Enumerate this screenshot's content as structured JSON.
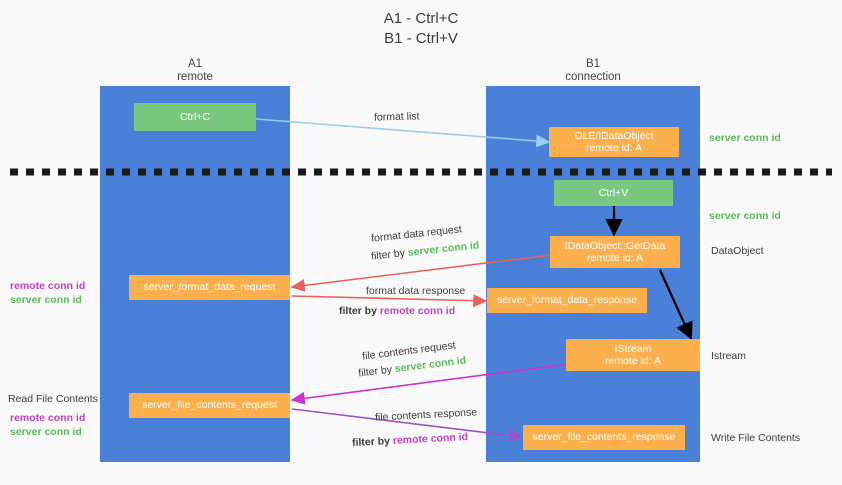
{
  "title": {
    "line1": "A1 - Ctrl+C",
    "line2": "B1 - Ctrl+V"
  },
  "lanes": [
    {
      "name": "A1",
      "sub": "remote"
    },
    {
      "name": "B1",
      "sub": "connection"
    }
  ],
  "boxes": {
    "ctrl_c": "Ctrl+C",
    "ctrl_v": "Ctrl+V",
    "idataobject_l1": "OLE/IDataObject",
    "idataobject_l2": "remote id: A",
    "getdata_l1": "IDataObject::GetData",
    "getdata_l2": "remote id: A",
    "istream_l1": "IStream",
    "istream_l2": "remote id: A",
    "server_format_data_request": "server_format_data_request",
    "server_format_data_response": "server_format_data_response",
    "server_file_contents_request": "server_file_contents_request",
    "server_file_contents_response": "server_file_contents_response"
  },
  "edge_labels": {
    "format_list": "format list",
    "format_data_request": "format data request",
    "format_data_request_filter_prefix": "filter by ",
    "format_data_request_filter_value": "server conn id",
    "format_data_response": "format data response",
    "format_data_response_filter_prefix": "filter by ",
    "format_data_response_filter_value": "remote conn id",
    "file_contents_request": "file contents request",
    "file_contents_request_filter_prefix": "filter by ",
    "file_contents_request_filter_value": "server conn id",
    "file_contents_response": "file contents response",
    "file_contents_response_filter_prefix": "filter by ",
    "file_contents_response_filter_value": "remote conn id"
  },
  "right_labels": {
    "server_conn_id_1": "server conn id",
    "server_conn_id_2": "server conn id",
    "dataobject": "DataObject",
    "istream": "Istream",
    "write_file_contents": "Write File Contents"
  },
  "left_labels": {
    "remote_conn_id_1": "remote conn id",
    "server_conn_id_1": "server conn id",
    "read_file_contents": "Read File Contents",
    "remote_conn_id_2": "remote conn id",
    "server_conn_id_2": "server conn id"
  },
  "colors": {
    "lane": "#4a80d8",
    "green_box": "#7ac77f",
    "orange_box": "#fcb04d",
    "arrow_blue": "#9ccbee",
    "arrow_red": "#e8625a",
    "arrow_magenta": "#cc33cc",
    "arrow_purple": "#9a52c9",
    "arrow_black": "#000000",
    "text_green": "#5cb85c",
    "text_purple": "#c13fc1",
    "background": "#f9f9f9"
  }
}
